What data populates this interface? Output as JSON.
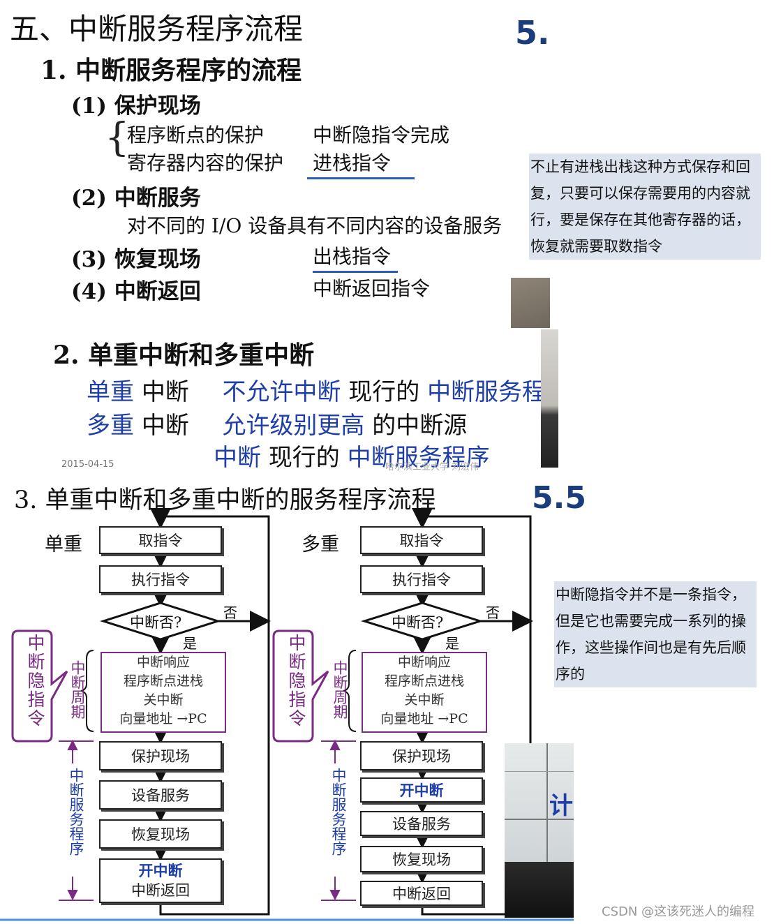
{
  "slide1": {
    "title": "五、中断服务程序流程",
    "corner": "5.",
    "sub1": "1. 中断服务程序的流程",
    "step1": "(1) 保护现场",
    "item_a_left": "程序断点的保护",
    "item_a_right": "中断隐指令完成",
    "item_b_left": "寄存器内容的保护",
    "item_b_right": "进栈指令",
    "step2": "(2) 中断服务",
    "step2_desc": "对不同的 I/O 设备具有不同内容的设备服务",
    "step3": "(3) 恢复现场",
    "step3_right": "出栈指令",
    "step4": "(4) 中断返回",
    "step4_right": "中断返回指令"
  },
  "slide2": {
    "sub2": "2. 单重中断和多重中断",
    "row1_a": "单重",
    "row1_b": "中断",
    "row1_c": "不允许中断",
    "row1_d": "现行的",
    "row1_e": "中断服务程",
    "row2_a": "多重",
    "row2_b": "中断",
    "row2_c": "允许级别更高",
    "row2_d": "的中断源",
    "row3_a": "中断",
    "row3_b": "现行的",
    "row3_c": "中断服务程序",
    "date": "2015-04-15",
    "footer": "哈尔滨工业大学 刘宏伟"
  },
  "slide3": {
    "title": "3. 单重中断和多重中断的服务程序流程",
    "corner": "5.5",
    "single": {
      "label": "单重",
      "fetch": "取指令",
      "exec": "执行指令",
      "decision": "中断否?",
      "no": "否",
      "yes": "是",
      "cycle_lines": [
        "中断响应",
        "程序断点进栈",
        "关中断",
        "向量地址 →PC"
      ],
      "hidden": "中断隐指令",
      "cycle": "中断周期",
      "save": "保护现场",
      "service": "设备服务",
      "restore": "恢复现场",
      "enable": "开中断",
      "ret": "中断返回",
      "isr": "中断服务程序"
    },
    "multi": {
      "label": "多重",
      "fetch": "取指令",
      "exec": "执行指令",
      "decision": "中断否?",
      "no": "否",
      "yes": "是",
      "cycle_lines": [
        "中断响应",
        "程序断点进栈",
        "关中断",
        "向量地址 →PC"
      ],
      "hidden": "中断隐指令",
      "cycle": "中断周期",
      "save": "保护现场",
      "enable": "开中断",
      "service": "设备服务",
      "restore": "恢复现场",
      "ret": "中断返回",
      "isr": "中断服务程序"
    },
    "photo_text": "计"
  },
  "notes": {
    "note1": "不止有进栈出栈这种方式保存和回复，只要可以保存需要用的内容就行，要是保存在其他寄存器的话，恢复就需要取数指令",
    "note2": "中断隐指令并不是一条指令，但是它也需要完成一系列的操作，这些操作间也是有先后顺序的"
  },
  "watermark": "CSDN @这该死迷人的编程",
  "colors": {
    "blue": "#1f3fa8",
    "purple": "#7a2b83",
    "note_bg": "#dde3ee",
    "corner": "#1a3d7c"
  }
}
